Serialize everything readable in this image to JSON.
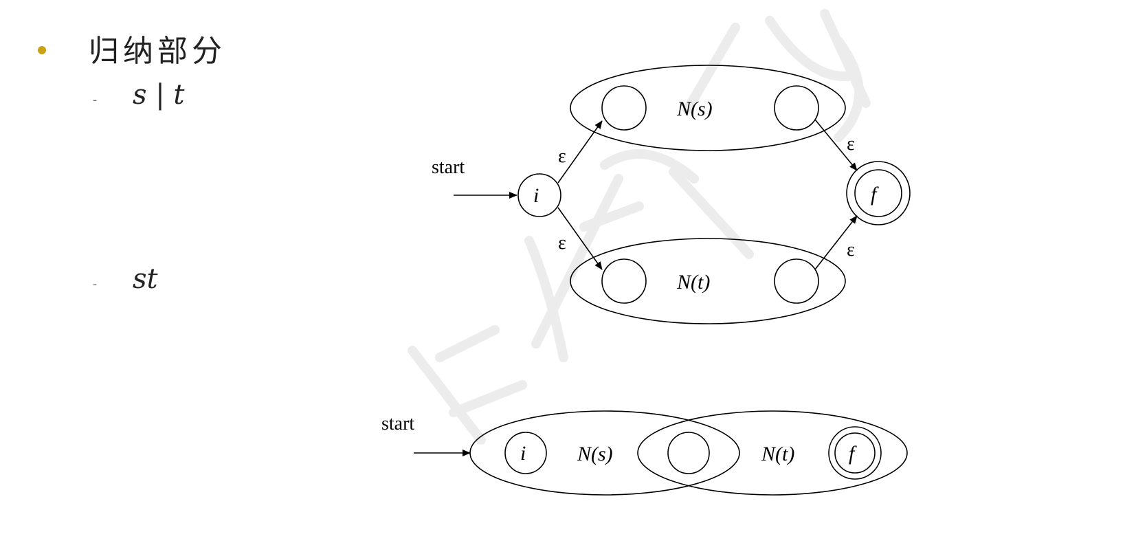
{
  "slide": {
    "heading": "归纳部分",
    "items": [
      {
        "dash": "-",
        "label": "s | t"
      },
      {
        "dash": "-",
        "label": "st"
      }
    ]
  },
  "diagram_union": {
    "start_label": "start",
    "initial_state": "i",
    "final_state": "f",
    "upper_nfa": "N(s)",
    "lower_nfa": "N(t)",
    "epsilon": "ε"
  },
  "diagram_concat": {
    "start_label": "start",
    "initial_state": "i",
    "final_state": "f",
    "left_nfa": "N(s)",
    "right_nfa": "N(t)"
  },
  "colors": {
    "bullet": "#c9a016",
    "ink": "#000000",
    "watermark": "#e6e6e6"
  }
}
